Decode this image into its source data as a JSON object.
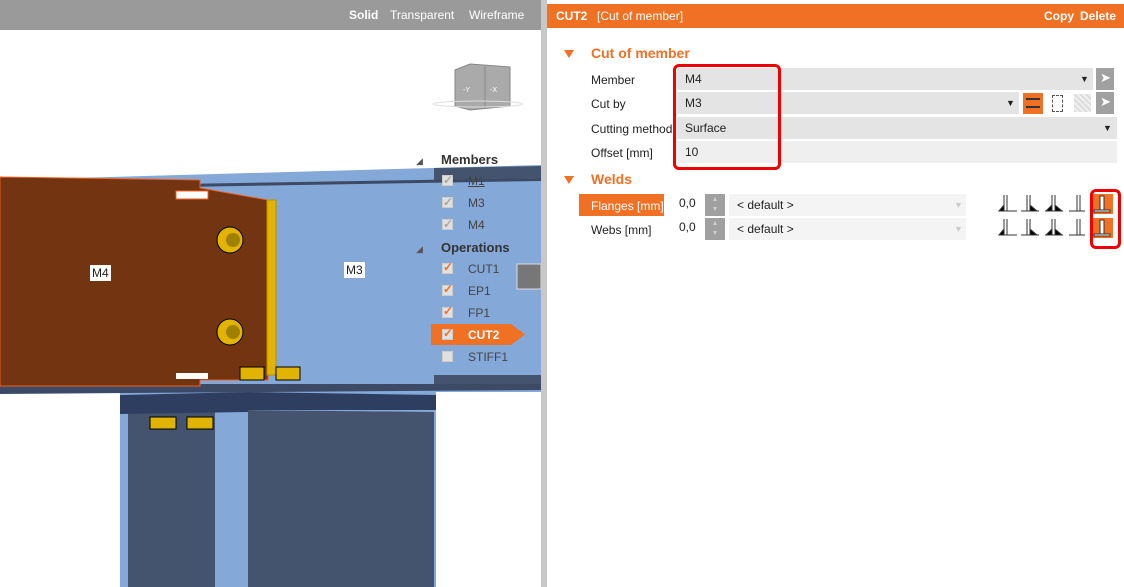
{
  "viewport": {
    "modes": [
      "Solid",
      "Transparent",
      "Wireframe"
    ],
    "active_mode": "Solid",
    "cube_labels": [
      "-Y",
      "-X"
    ],
    "scene_labels": {
      "m4": "M4",
      "m3": "M3"
    }
  },
  "tree": {
    "members_header": "Members",
    "members": [
      {
        "label": "M1",
        "checked": true
      },
      {
        "label": "M3",
        "checked": true
      },
      {
        "label": "M4",
        "checked": true
      }
    ],
    "operations_header": "Operations",
    "operations": [
      {
        "label": "CUT1",
        "checked": true
      },
      {
        "label": "EP1",
        "checked": true
      },
      {
        "label": "FP1",
        "checked": true
      },
      {
        "label": "CUT2",
        "checked": true,
        "selected": true
      },
      {
        "label": "STIFF1",
        "checked": false
      }
    ]
  },
  "panel": {
    "title": "CUT2",
    "subtitle": "[Cut of member]",
    "copy": "Copy",
    "delete": "Delete",
    "cut_section": "Cut of member",
    "fields": {
      "member_label": "Member",
      "member_value": "M4",
      "cutby_label": "Cut by",
      "cutby_value": "M3",
      "method_label": "Cutting method",
      "method_value": "Surface",
      "offset_label": "Offset [mm]",
      "offset_value": "10"
    },
    "welds_section": "Welds",
    "welds": [
      {
        "label": "Flanges [mm]",
        "value": "0,0",
        "type": "< default >",
        "active": true
      },
      {
        "label": "Webs [mm]",
        "value": "0,0",
        "type": "< default >",
        "active": false
      }
    ]
  },
  "colors": {
    "accent": "#f07024",
    "m4": "#723411",
    "m3": "#84a8d8",
    "column": "#44546e"
  }
}
